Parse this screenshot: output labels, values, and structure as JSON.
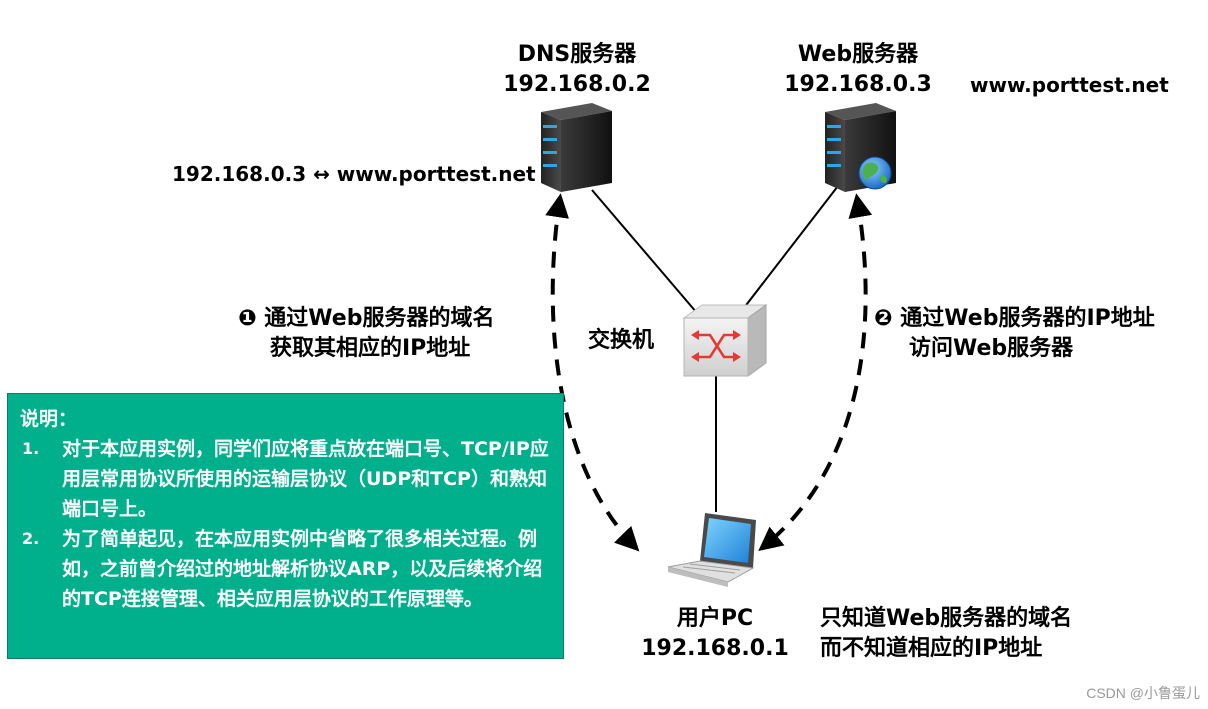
{
  "dns_server": {
    "name": "DNS服务器",
    "ip": "192.168.0.2",
    "record": "192.168.0.3 ↔ www.porttest.net"
  },
  "web_server": {
    "name": "Web服务器",
    "ip": "192.168.0.3",
    "domain": "www.porttest.net"
  },
  "switch": {
    "label": "交换机"
  },
  "step1": {
    "line1": "❶ 通过Web服务器的域名",
    "line2": "获取其相应的IP地址"
  },
  "step2": {
    "line1": "❷ 通过Web服务器的IP地址",
    "line2": "访问Web服务器"
  },
  "user_pc": {
    "name": "用户PC",
    "ip": "192.168.0.1",
    "note_line1": "只知道Web服务器的域名",
    "note_line2": "而不知道相应的IP地址"
  },
  "explanation": {
    "title": "说明：",
    "items": [
      {
        "num": "1.",
        "text": "对于本应用实例，同学们应将重点放在端口号、TCP/IP应用层常用协议所使用的运输层协议（UDP和TCP）和熟知端口号上。"
      },
      {
        "num": "2.",
        "text": "为了简单起见，在本应用实例中省略了很多相关过程。例如，之前曾介绍过的地址解析协议ARP，以及后续将介绍的TCP连接管理、相关应用层协议的工作原理等。"
      }
    ]
  },
  "watermark": "CSDN @小鲁蛋儿",
  "colors": {
    "note_bg": "#00b08c",
    "arrow": "#000000",
    "router_arrow": "#e03030"
  }
}
